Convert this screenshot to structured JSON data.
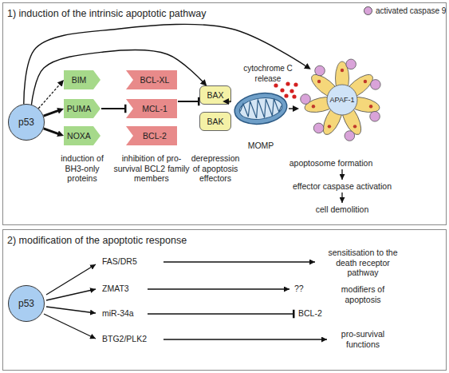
{
  "diagram": {
    "nodes": [
      {
        "text": [
          "1) induction of the intrinsic apoptotic pathway"
        ]
      },
      {
        "text": [
          "p53"
        ],
        "in": 0
      },
      {
        "text": [
          "BIM"
        ],
        "in": 0
      },
      {
        "text": [
          "PUMA"
        ],
        "in": 0
      },
      {
        "text": [
          "NOXA"
        ],
        "in": 0
      },
      {
        "text": [
          "BCL-XL"
        ],
        "in": 0
      },
      {
        "text": [
          "MCL-1"
        ],
        "in": 0
      },
      {
        "text": [
          "BCL-2"
        ],
        "in": 0
      },
      {
        "text": [
          "BAX"
        ],
        "in": 0
      },
      {
        "text": [
          "BAK"
        ],
        "in": 0
      },
      {
        "text": [
          "MOMP"
        ],
        "in": 0
      },
      {
        "text": [
          "APAF-1"
        ],
        "in": 0
      },
      {
        "text": [
          "2) modification of the apoptotic response"
        ]
      },
      {
        "text": [
          "p53"
        ],
        "in": 12
      }
    ],
    "edges": [
      {
        "from": 1,
        "to": 2,
        "arrow": "to"
      },
      {
        "from": 1,
        "to": 3,
        "arrow": "to"
      },
      {
        "from": 1,
        "to": 4,
        "arrow": "to"
      },
      {
        "from": 1,
        "to": 11,
        "arrow": "to"
      },
      {
        "from": 1,
        "to": 8,
        "arrow": "to"
      },
      {
        "from": 3,
        "to": 6,
        "arrow": "to"
      },
      {
        "from": 6,
        "to": 8,
        "arrow": "to"
      },
      {
        "from": 8,
        "to": 10,
        "arrow": "to"
      },
      {
        "from": 10,
        "to": 11,
        "arrow": "to"
      }
    ],
    "labels": [
      "cytochrome C release",
      "induction of BH3-only proteins",
      "inhibition of pro-survival BCL2 family members",
      "derepression of apoptosis effectors",
      "apoptosome formation",
      "effector caspase activation",
      "cell demolition",
      "FAS/DR5",
      "ZMAT3",
      "miR-34a",
      "BTG2/PLK2",
      "sensitisation to the death receptor pathway",
      "??",
      "BCL-2",
      "modifiers of apoptosis",
      "pro-survival functions"
    ],
    "legend": [
      {
        "text": "activated caspase 9",
        "color": "#d9a3d9"
      }
    ]
  }
}
